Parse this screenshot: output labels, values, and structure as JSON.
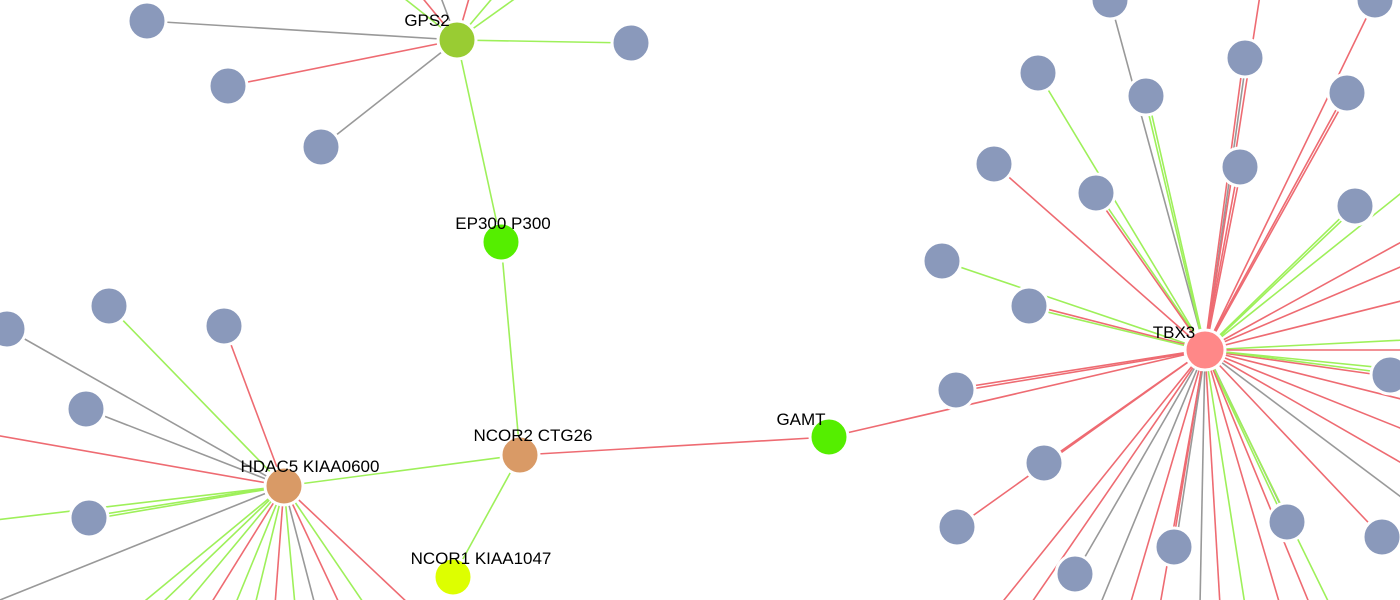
{
  "graph": {
    "colors": {
      "background": "#ffffff",
      "neighbor_node": "#8a99bb",
      "node_halo": "#ffffff",
      "edge_red": "#ee6b72",
      "edge_green": "#9ef05a",
      "edge_gray": "#999999",
      "label_text": "#000000"
    },
    "named_nodes": [
      {
        "id": "gps2",
        "label": "GPS2",
        "color": "#99cc33"
      },
      {
        "id": "ep300",
        "label": "EP300 P300",
        "color": "#55ee00"
      },
      {
        "id": "ncor2",
        "label": "NCOR2 CTG26",
        "color": "#d99a66"
      },
      {
        "id": "hdac5",
        "label": "HDAC5 KIAA0600",
        "color": "#d99a66"
      },
      {
        "id": "ncor1",
        "label": "NCOR1 KIAA1047",
        "color": "#ddff00"
      },
      {
        "id": "gamt",
        "label": "GAMT",
        "color": "#55ee00"
      },
      {
        "id": "tbx3",
        "label": "TBX3",
        "color": "#ff8888"
      }
    ],
    "named_edges": [
      {
        "from": "gps2",
        "to": "ep300",
        "kind": "green"
      },
      {
        "from": "ep300",
        "to": "ncor2",
        "kind": "green"
      },
      {
        "from": "ncor2",
        "to": "hdac5",
        "kind": "green"
      },
      {
        "from": "ncor2",
        "to": "ncor1",
        "kind": "green"
      },
      {
        "from": "ncor2",
        "to": "gamt",
        "kind": "red"
      },
      {
        "from": "gamt",
        "to": "tbx3",
        "kind": "red"
      }
    ]
  }
}
